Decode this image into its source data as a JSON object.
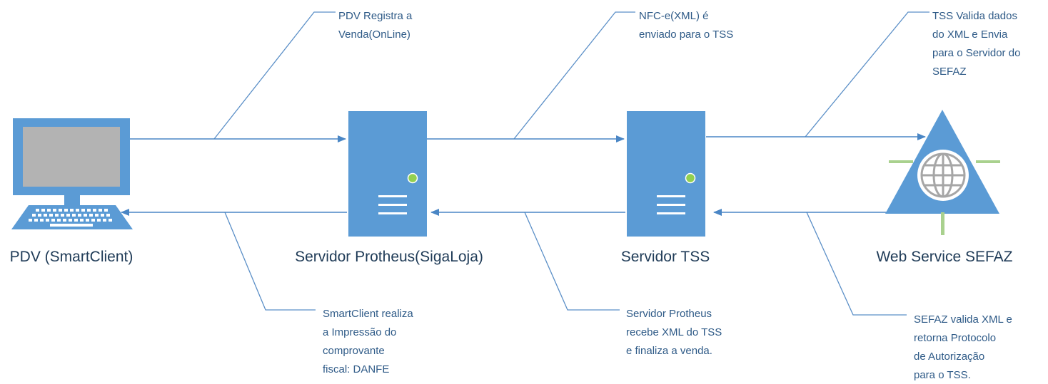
{
  "nodes": {
    "pdv": "PDV (SmartClient)",
    "protheus": "Servidor Protheus(SigaLoja)",
    "tss": "Servidor TSS",
    "sefaz": "Web Service SEFAZ"
  },
  "notes": {
    "top1": [
      "PDV Registra a",
      "Venda(OnLine)"
    ],
    "top2": [
      "NFC-e(XML) é",
      "enviado para o TSS"
    ],
    "top3": [
      "TSS Valida dados",
      "do XML e Envia",
      "para o Servidor do",
      "SEFAZ"
    ],
    "bot1": [
      "SmartClient realiza",
      "a Impressão do",
      "comprovante",
      "fiscal: DANFE"
    ],
    "bot2": [
      "Servidor Protheus",
      "recebe XML do TSS",
      "e finaliza a venda."
    ],
    "bot3": [
      "SEFAZ valida XML e",
      "retorna Protocolo",
      "de Autorização",
      "para o TSS."
    ]
  },
  "icons": {
    "pdv": "desktop-computer-icon",
    "protheus": "server-icon",
    "tss": "server-icon",
    "sefaz": "web-service-globe-icon"
  },
  "colors": {
    "blue": "#5b9bd5",
    "screen": "#b3b3b3",
    "led": "#92d050",
    "accent_green": "#a9d18e",
    "globe": "#a6a6a6"
  }
}
